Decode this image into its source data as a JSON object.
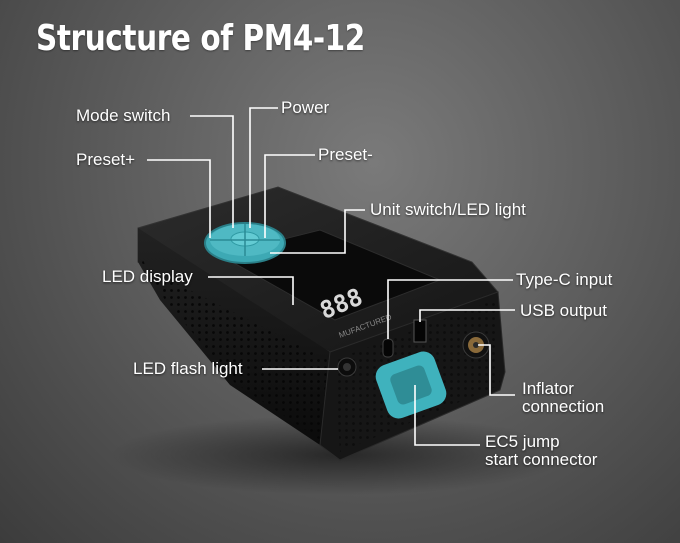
{
  "title": "Structure of PM4-12",
  "labels": {
    "mode_switch": "Mode switch",
    "power": "Power",
    "preset_plus": "Preset+",
    "preset_minus": "Preset-",
    "unit_switch": "Unit switch/LED light",
    "led_display": "LED display",
    "type_c": "Type-C input",
    "usb_output": "USB output",
    "led_flash": "LED flash light",
    "inflator_line1": "Inflator",
    "inflator_line2": "connection",
    "ec5_line1": "EC5 jump",
    "ec5_line2": "start connector"
  },
  "device": {
    "display_readout": "888",
    "side_text": "MUFACTURED",
    "body_color": "#1c1c1c",
    "accent_color": "#4fb9c3"
  }
}
